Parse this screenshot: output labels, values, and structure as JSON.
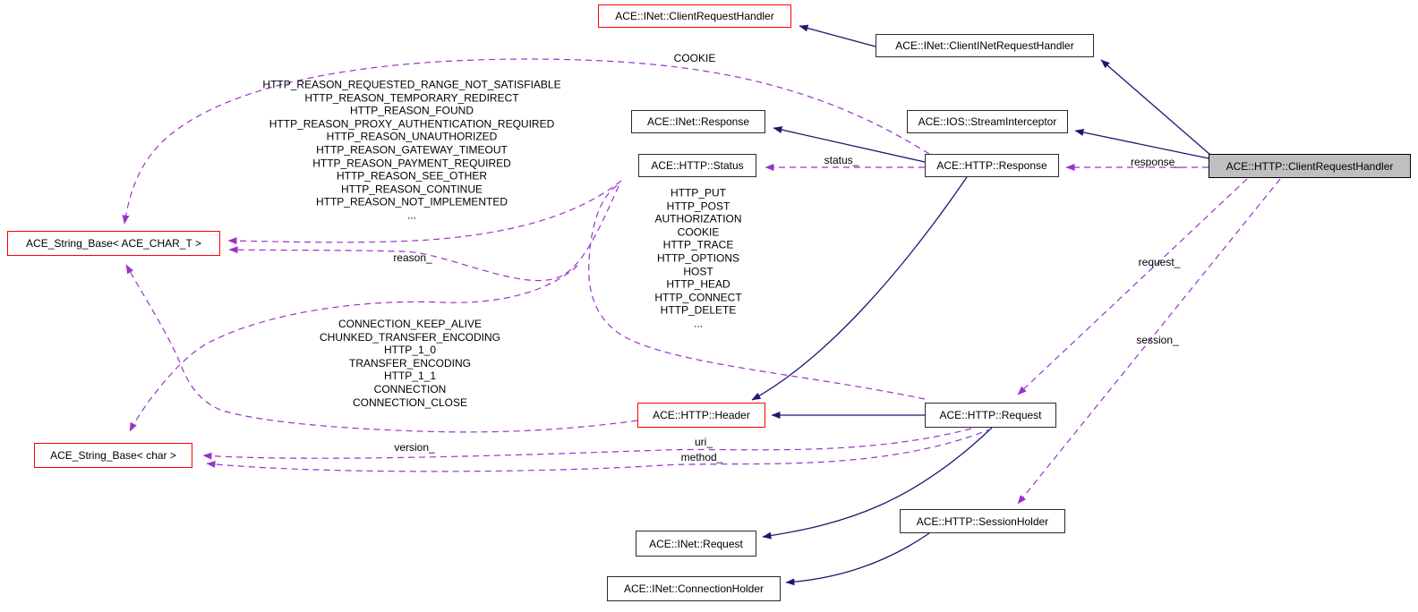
{
  "diagram_type": "collaboration-graph",
  "colors": {
    "inheritance_edge": "#191970",
    "usage_edge": "#9a32cd",
    "highlight_border": "#ff0000",
    "target_node_fill": "#bfbfbf",
    "node_background": "#ffffff"
  },
  "nodes": {
    "inet_client_request_handler": {
      "label": "ACE::INet::ClientRequestHandler"
    },
    "inet_client_inet_request_handler": {
      "label": "ACE::INet::ClientINetRequestHandler"
    },
    "inet_response": {
      "label": "ACE::INet::Response"
    },
    "ios_stream_interceptor": {
      "label": "ACE::IOS::StreamInterceptor"
    },
    "http_status": {
      "label": "ACE::HTTP::Status"
    },
    "http_response": {
      "label": "ACE::HTTP::Response"
    },
    "http_client_request_handler": {
      "label": "ACE::HTTP::ClientRequestHandler"
    },
    "string_base_ace_char_t": {
      "label": "ACE_String_Base< ACE_CHAR_T >"
    },
    "http_header": {
      "label": "ACE::HTTP::Header"
    },
    "http_request": {
      "label": "ACE::HTTP::Request"
    },
    "string_base_char": {
      "label": "ACE_String_Base< char >"
    },
    "inet_request": {
      "label": "ACE::INet::Request"
    },
    "http_session_holder": {
      "label": "ACE::HTTP::SessionHolder"
    },
    "inet_connection_holder": {
      "label": "ACE::INet::ConnectionHolder"
    }
  },
  "edge_labels": {
    "cookie": "COOKIE",
    "status": "status_",
    "response": "response_",
    "reason": "reason_",
    "request": "request_",
    "session": "session_",
    "version": "version_",
    "uri": "uri_",
    "method": "method_",
    "status_constants": {
      "lines": [
        "HTTP_REASON_REQUESTED_RANGE_NOT_SATISFIABLE",
        "HTTP_REASON_TEMPORARY_REDIRECT",
        "HTTP_REASON_FOUND",
        "HTTP_REASON_PROXY_AUTHENTICATION_REQUIRED",
        "HTTP_REASON_UNAUTHORIZED",
        "HTTP_REASON_GATEWAY_TIMEOUT",
        "HTTP_REASON_PAYMENT_REQUIRED",
        "HTTP_REASON_SEE_OTHER",
        "HTTP_REASON_CONTINUE",
        "HTTP_REASON_NOT_IMPLEMENTED",
        "..."
      ]
    },
    "request_constants": {
      "lines": [
        "HTTP_PUT",
        "HTTP_POST",
        "AUTHORIZATION",
        "COOKIE",
        "HTTP_TRACE",
        "HTTP_OPTIONS",
        "HOST",
        "HTTP_HEAD",
        "HTTP_CONNECT",
        "HTTP_DELETE",
        "..."
      ]
    },
    "header_constants": {
      "lines": [
        "CONNECTION_KEEP_ALIVE",
        "CHUNKED_TRANSFER_ENCODING",
        "HTTP_1_0",
        "TRANSFER_ENCODING",
        "HTTP_1_1",
        "CONNECTION",
        "CONNECTION_CLOSE"
      ]
    }
  }
}
